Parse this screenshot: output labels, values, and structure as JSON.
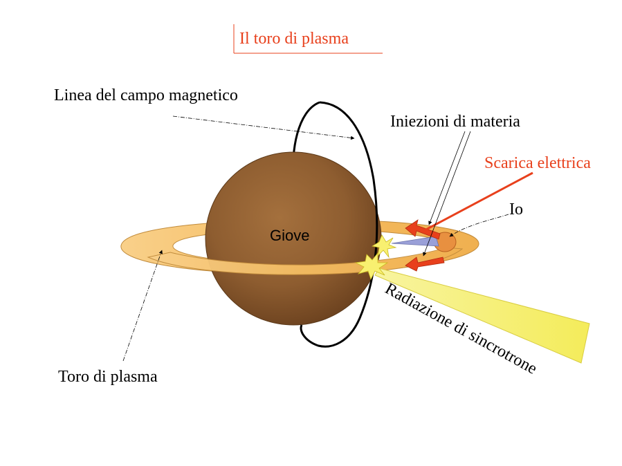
{
  "diagram": {
    "title": "Il toro di plasma",
    "labels": {
      "field_line": "Linea del campo magnetico",
      "injections": "Iniezioni di materia",
      "discharge": "Scarica elettrica",
      "io": "Io",
      "jupiter": "Giove",
      "synchrotron": "Radiazione di sincrotrone",
      "torus": "Toro di plasma"
    },
    "colors": {
      "title": "#e8401c",
      "planet_light": "#a06c3a",
      "planet_dark": "#6e4320",
      "torus": "#f7c06a",
      "torus_edge": "#c08a3a",
      "radiation": "#f5f06a",
      "arrow_red": "#e8401c",
      "io_color": "#e89040"
    }
  }
}
